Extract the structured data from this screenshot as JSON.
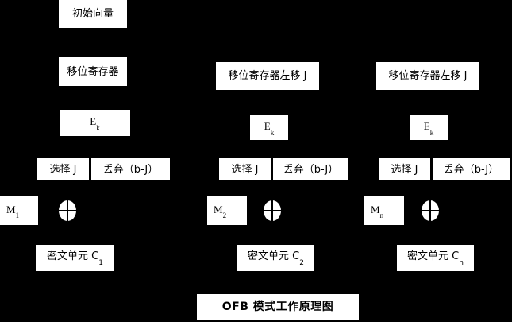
{
  "diagram": {
    "title": "OFB 模式工作原理图",
    "background_color": "#000000",
    "box_fill_color": "#ffffff",
    "box_text_color": "#000000",
    "columns": [
      {
        "id": "column-1",
        "register_label": "移位寄存器",
        "encrypt_label": "E",
        "encrypt_subscript": "k",
        "select_label": "选择 J",
        "discard_label": "丢弃（b-J）",
        "plaintext_label": "M",
        "plaintext_subscript": "1",
        "xor_symbol": "xor-circle",
        "ciphertext_label": "密文单元 C",
        "ciphertext_subscript": "1"
      },
      {
        "id": "column-2",
        "register_label": "移位寄存器左移 J",
        "encrypt_label": "E",
        "encrypt_subscript": "k",
        "select_label": "选择 J",
        "discard_label": "丢弃（b-J）",
        "plaintext_label": "M",
        "plaintext_subscript": "2",
        "xor_symbol": "xor-circle",
        "ciphertext_label": "密文单元 C",
        "ciphertext_subscript": "2"
      },
      {
        "id": "column-n",
        "register_label": "移位寄存器左移 J",
        "encrypt_label": "E",
        "encrypt_subscript": "k",
        "select_label": "选择 J",
        "discard_label": "丢弃（b-J）",
        "plaintext_label": "M",
        "plaintext_subscript": "n",
        "xor_symbol": "xor-circle",
        "ciphertext_label": "密文单元 C",
        "ciphertext_subscript": "n"
      }
    ],
    "initial_vector_label": "初始向量"
  }
}
